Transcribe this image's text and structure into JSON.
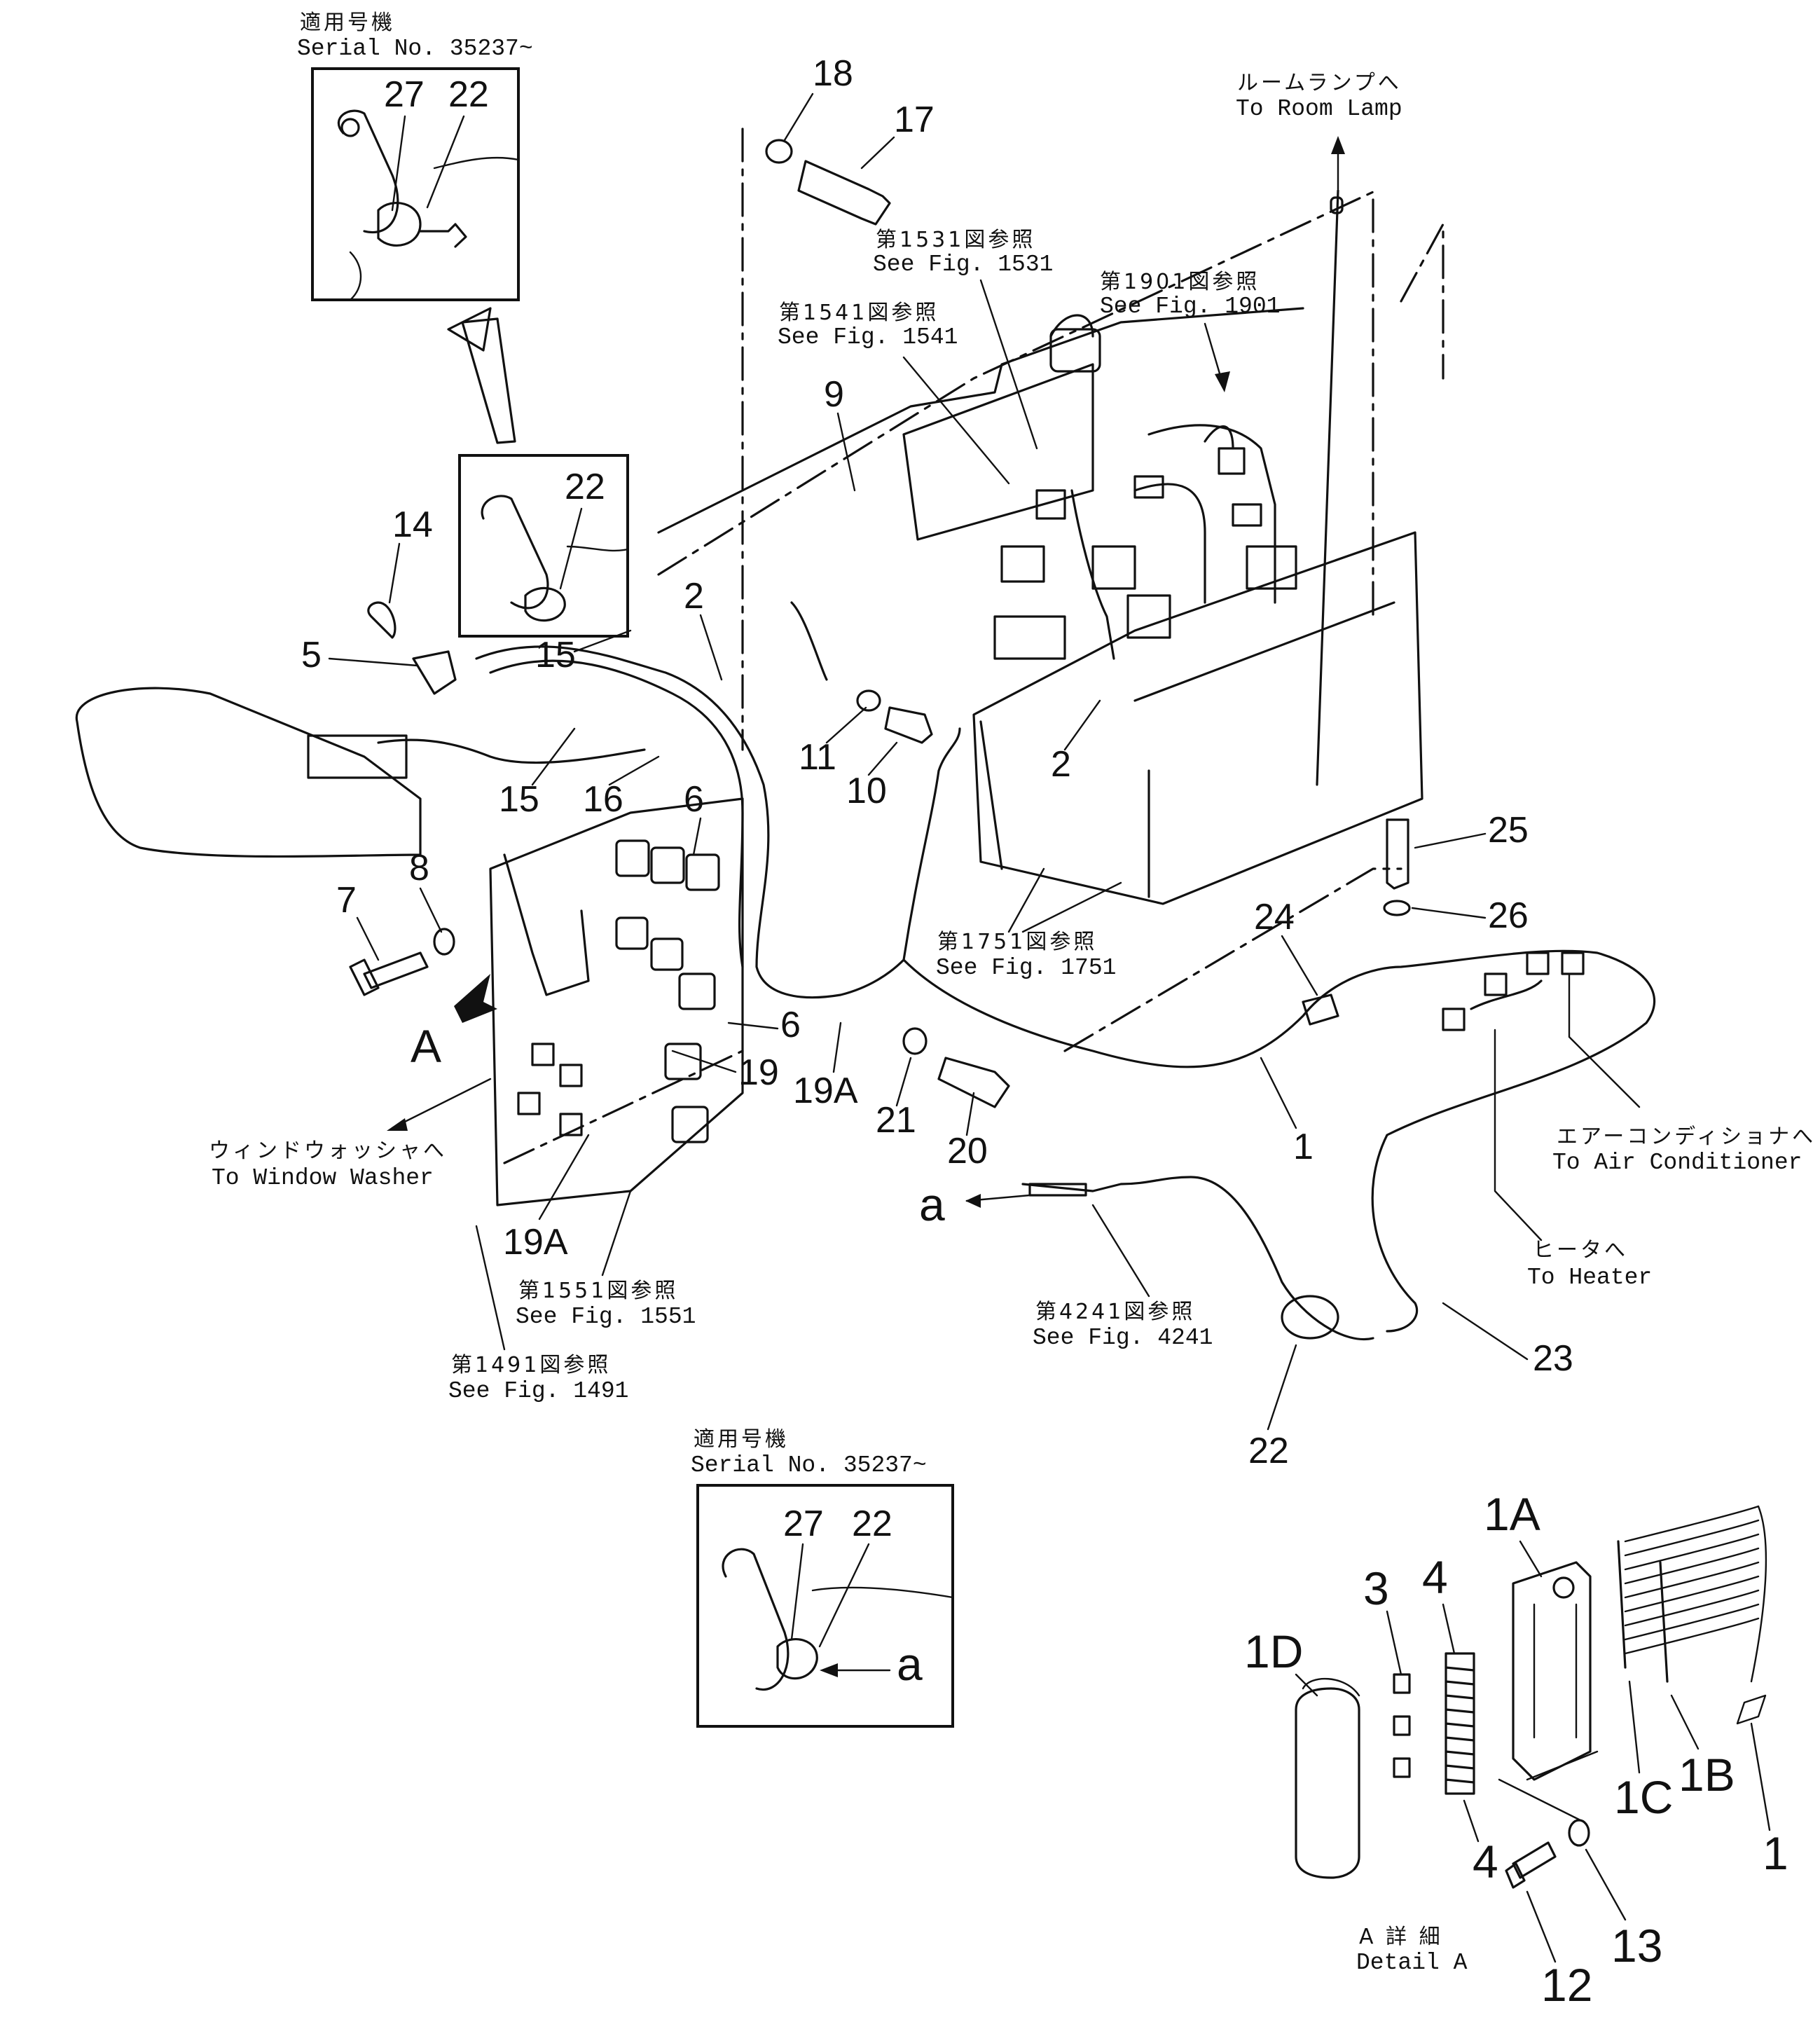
{
  "detail_a_label": "A",
  "small_a_label": "a",
  "serial_box_top": {
    "jp": "適用号機",
    "en": "Serial No. 35237~",
    "callouts": [
      "27",
      "22"
    ]
  },
  "serial_box_bottom": {
    "jp": "適用号機",
    "en": "Serial No. 35237~",
    "callouts": [
      "27",
      "22"
    ],
    "ref": "a"
  },
  "inset_middle": {
    "callout": "22"
  },
  "refs": {
    "room_lamp": {
      "jp": "ルームランプへ",
      "en": "To Room Lamp"
    },
    "fig1531": {
      "jp": "第1531図参照",
      "en": "See Fig. 1531"
    },
    "fig1541": {
      "jp": "第1541図参照",
      "en": "See Fig. 1541"
    },
    "fig1901": {
      "jp": "第1901図参照",
      "en": "See Fig. 1901"
    },
    "fig1751": {
      "jp": "第1751図参照",
      "en": "See Fig. 1751"
    },
    "fig1551": {
      "jp": "第1551図参照",
      "en": "See Fig. 1551"
    },
    "fig1491": {
      "jp": "第1491図参照",
      "en": "See Fig. 1491"
    },
    "fig4241": {
      "jp": "第4241図参照",
      "en": "See Fig. 4241"
    },
    "window_washer": {
      "jp": "ウィンドウォッシャへ",
      "en": "To Window Washer"
    },
    "air_conditioner": {
      "jp": "エアーコンディショナへ",
      "en": "To Air Conditioner"
    },
    "heater": {
      "jp": "ヒータへ",
      "en": "To Heater"
    },
    "detail": {
      "jp": "A 詳 細",
      "en": "Detail A"
    }
  },
  "callouts": {
    "c18": "18",
    "c17": "17",
    "c9": "9",
    "c14": "14",
    "c5": "5",
    "c15a": "15",
    "c15b": "15",
    "c16": "16",
    "c2a": "2",
    "c2b": "2",
    "c11": "11",
    "c10": "10",
    "c6a": "6",
    "c6b": "6",
    "c7": "7",
    "c8": "8",
    "c19": "19",
    "c19Aa": "19A",
    "c19Ab": "19A",
    "c21": "21",
    "c20": "20",
    "c25": "25",
    "c26": "26",
    "c24": "24",
    "c1": "1",
    "c23": "23",
    "c22": "22",
    "c1A": "1A",
    "c1D": "1D",
    "c3": "3",
    "c4a": "4",
    "c4b": "4",
    "c1C": "1C",
    "c1B": "1B",
    "c1d": "1",
    "c12": "12",
    "c13": "13"
  }
}
